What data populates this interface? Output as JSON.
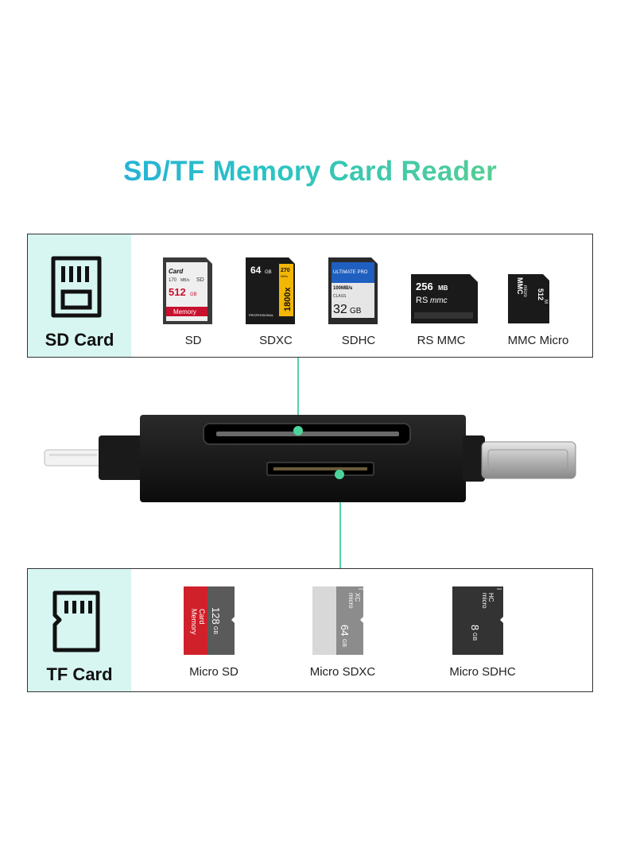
{
  "title": "SD/TF Memory Card Reader",
  "sd_panel": {
    "label": "SD Card",
    "icon": "sd-card-icon",
    "cards": [
      {
        "label": "SD",
        "text": [
          "Card",
          "170",
          "MB/s",
          "SD",
          "512",
          "GB",
          "Memory"
        ]
      },
      {
        "label": "SDXC",
        "text": [
          "64",
          "GB",
          "270",
          "MB/s",
          "1800x",
          "PROFESSIONAL"
        ]
      },
      {
        "label": "SDHC",
        "text": [
          "ULTIMATE PRO",
          "100MB/s",
          "CLASS",
          "32",
          "GB"
        ]
      },
      {
        "label": "RS MMC",
        "text": [
          "256",
          "MB",
          "RS",
          "mmc"
        ]
      },
      {
        "label": "MMC Micro",
        "text": [
          "MMC",
          "micro",
          "512",
          "M"
        ]
      }
    ]
  },
  "tf_panel": {
    "label": "TF Card",
    "icon": "tf-card-icon",
    "cards": [
      {
        "label": "Micro SD",
        "text": [
          "Memory",
          "Card",
          "128",
          "GB"
        ]
      },
      {
        "label": "Micro SDXC",
        "text": [
          "64",
          "GB",
          "micro",
          "XC",
          "I"
        ]
      },
      {
        "label": "Micro SDHC",
        "text": [
          "8",
          "GB",
          "micro",
          "HC",
          "I"
        ]
      }
    ]
  },
  "colors": {
    "title_gradient_start": "#22a6e6",
    "title_gradient_end": "#6fd37a",
    "panel_side": "#d7f5f1",
    "connector": "#55d3a2",
    "device_body": "#111111"
  }
}
